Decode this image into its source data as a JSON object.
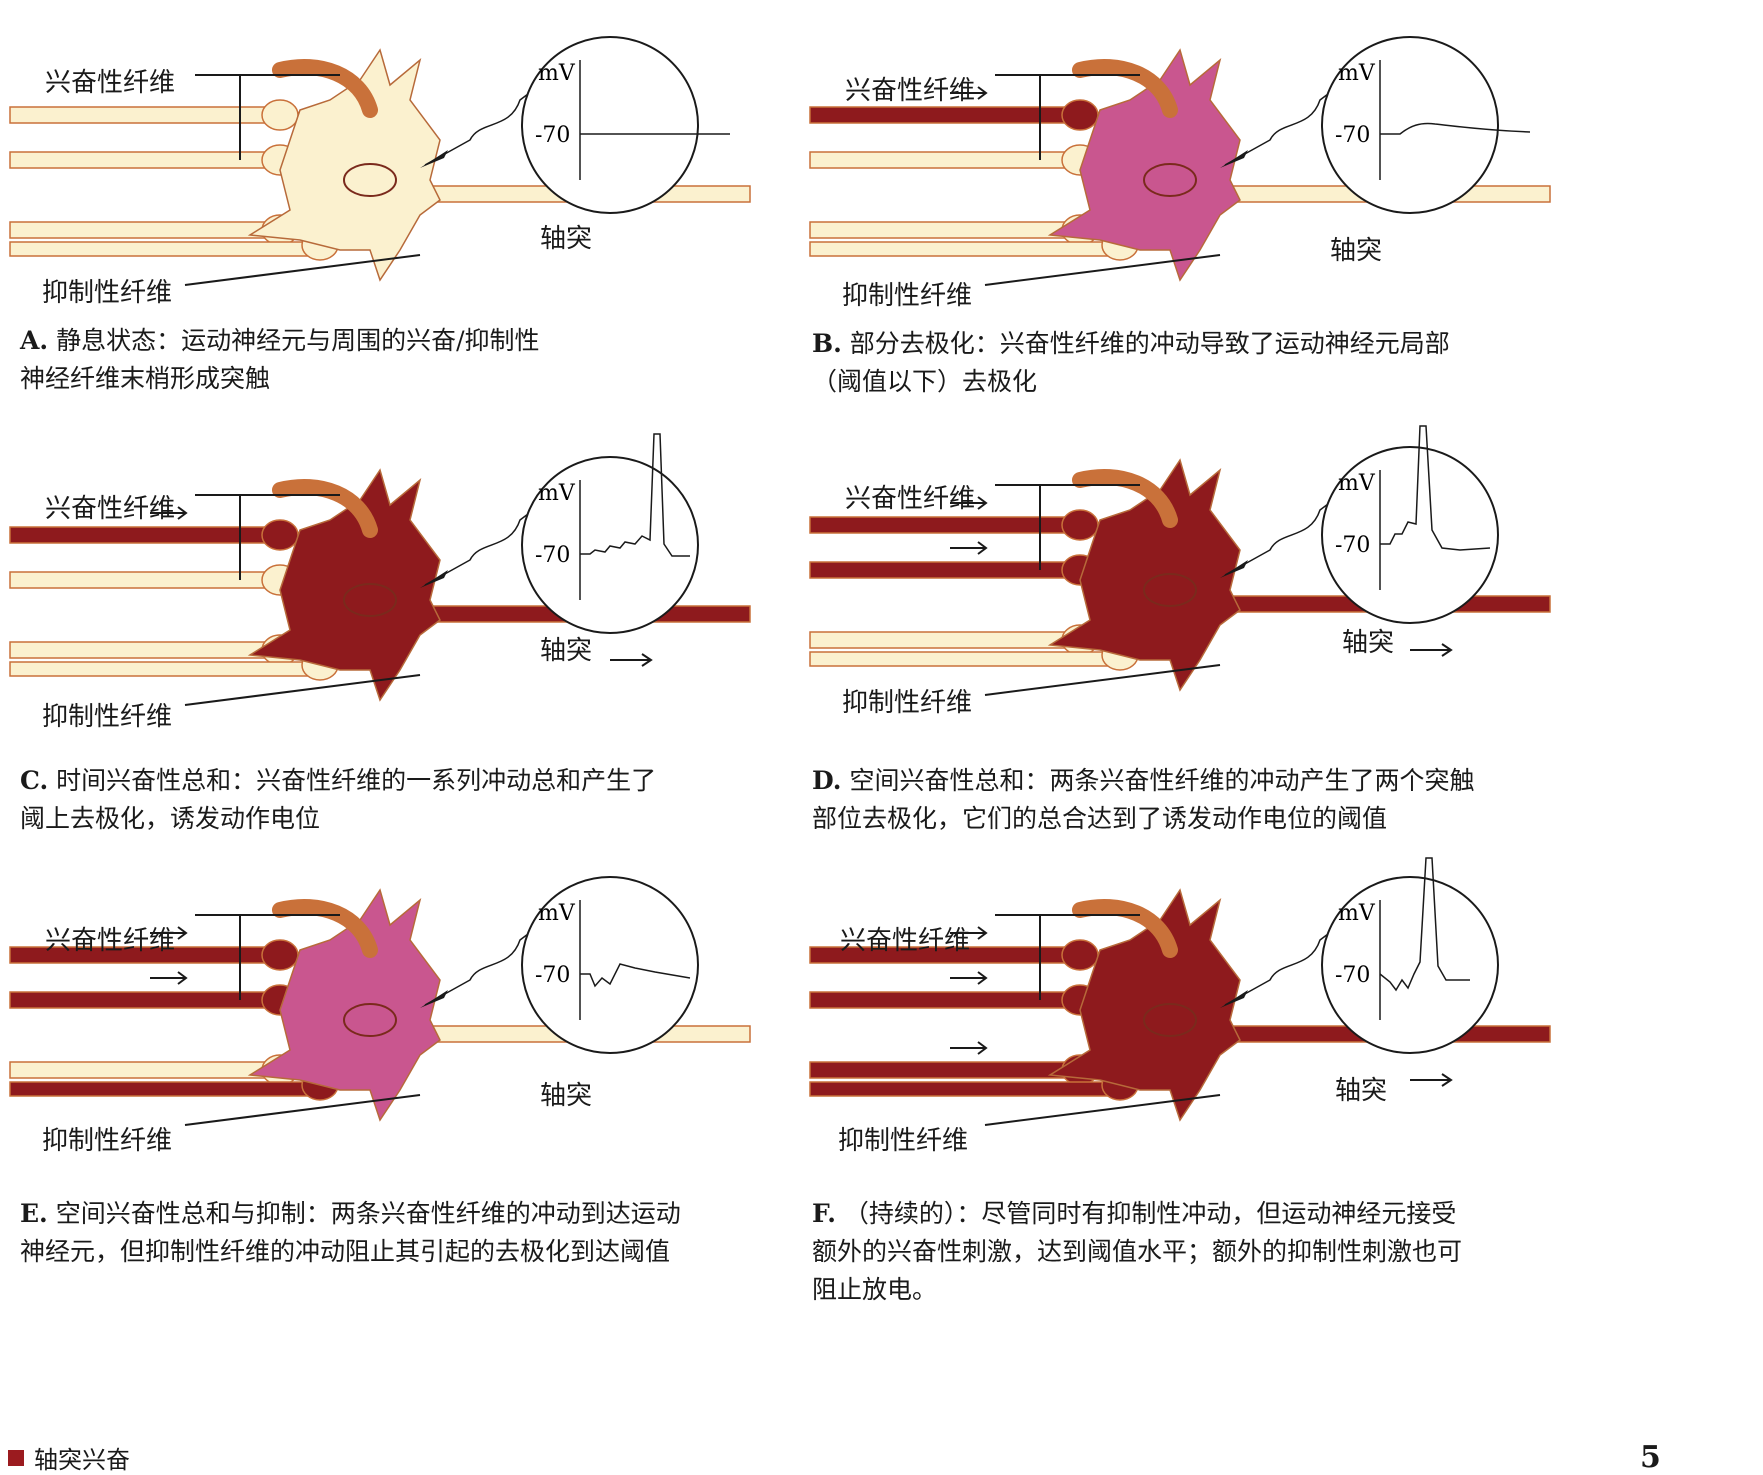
{
  "panels": [
    {
      "id": "A",
      "excitatory_label": "兴奋性纤维",
      "inhibitory_label": "抑制性纤维",
      "axon_label": "轴突",
      "mv_label": "mV",
      "rest_label": "-70",
      "caption_letter": "A.",
      "caption_line1": "静息状态：运动神经元与周围的兴奋/抑制性",
      "caption_line2": "神经纤维末梢形成突触",
      "neuron_color": "#fbf1cf",
      "excitatory_active": 0,
      "inhibitory_active": false,
      "axon_firing": false,
      "trace": "rest"
    },
    {
      "id": "B",
      "excitatory_label": "兴奋性纤维",
      "inhibitory_label": "抑制性纤维",
      "axon_label": "轴突",
      "mv_label": "mV",
      "rest_label": "-70",
      "caption_letter": "B.",
      "caption_line1": "部分去极化：兴奋性纤维的冲动导致了运动神经元局部",
      "caption_line2": "（阈值以下）去极化",
      "neuron_color": "#c9568f",
      "excitatory_active": 1,
      "inhibitory_active": false,
      "axon_firing": false,
      "trace": "bump"
    },
    {
      "id": "C",
      "excitatory_label": "兴奋性纤维",
      "inhibitory_label": "抑制性纤维",
      "axon_label": "轴突",
      "mv_label": "mV",
      "rest_label": "-70",
      "caption_letter": "C.",
      "caption_line1": "时间兴奋性总和：兴奋性纤维的一系列冲动总和产生了",
      "caption_line2": "阈上去极化，诱发动作电位",
      "neuron_color": "#8e1a1d",
      "excitatory_active": 1,
      "inhibitory_active": false,
      "axon_firing": true,
      "trace": "temporal"
    },
    {
      "id": "D",
      "excitatory_label": "兴奋性纤维",
      "inhibitory_label": "抑制性纤维",
      "axon_label": "轴突",
      "mv_label": "mV",
      "rest_label": "-70",
      "caption_letter": "D.",
      "caption_line1": "空间兴奋性总和：两条兴奋性纤维的冲动产生了两个突触",
      "caption_line2": "部位去极化，它们的总合达到了诱发动作电位的阈值",
      "neuron_color": "#8e1a1d",
      "excitatory_active": 2,
      "inhibitory_active": false,
      "axon_firing": true,
      "trace": "spatial"
    },
    {
      "id": "E",
      "excitatory_label": "兴奋性纤维",
      "inhibitory_label": "抑制性纤维",
      "axon_label": "轴突",
      "mv_label": "mV",
      "rest_label": "-70",
      "caption_letter": "E.",
      "caption_line1": "空间兴奋性总和与抑制：两条兴奋性纤维的冲动到达运动",
      "caption_line2": "神经元，但抑制性纤维的冲动阻止其引起的去极化到达阈值",
      "neuron_color": "#c9568f",
      "excitatory_active": 2,
      "inhibitory_active": true,
      "axon_firing": false,
      "trace": "inhibited"
    },
    {
      "id": "F",
      "excitatory_label": "兴奋性纤维",
      "inhibitory_label": "抑制性纤维",
      "axon_label": "轴突",
      "mv_label": "mV",
      "rest_label": "-70",
      "caption_letter": "F.",
      "caption_line1": "（持续的）：尽管同时有抑制性冲动，但运动神经元接受",
      "caption_line2": "额外的兴奋性刺激，达到阈值水平；额外的抑制性刺激也可",
      "caption_line3": "阻止放电。",
      "neuron_color": "#8e1a1d",
      "excitatory_active": 3,
      "inhibitory_active": true,
      "axon_firing": true,
      "trace": "sustained"
    }
  ],
  "legend": {
    "label": "轴突兴奋",
    "color": "#9b1b1f"
  },
  "page_mark": "5",
  "colors": {
    "inactive_fiber": "#fbf1cf",
    "fiber_outline": "#c9713a",
    "active_fiber": "#8e1a1d"
  }
}
